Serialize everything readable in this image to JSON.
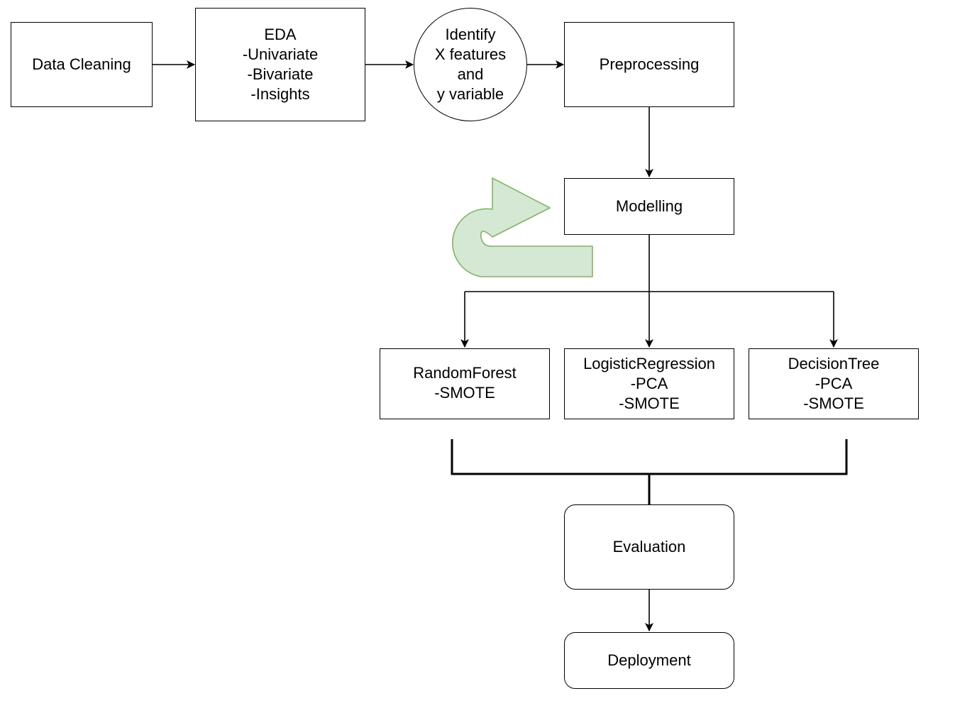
{
  "nodes": {
    "data_cleaning": {
      "lines": [
        "Data Cleaning"
      ]
    },
    "eda": {
      "lines": [
        "EDA",
        "-Univariate",
        "-Bivariate",
        "-Insights"
      ]
    },
    "identify": {
      "lines": [
        "Identify",
        "X features",
        "and",
        "y variable"
      ]
    },
    "preprocessing": {
      "lines": [
        "Preprocessing"
      ]
    },
    "modelling": {
      "lines": [
        "Modelling"
      ]
    },
    "random_forest": {
      "lines": [
        "RandomForest",
        "-SMOTE"
      ]
    },
    "logistic_regression": {
      "lines": [
        "LogisticRegression",
        "-PCA",
        "-SMOTE"
      ]
    },
    "decision_tree": {
      "lines": [
        "DecisionTree",
        "-PCA",
        "-SMOTE"
      ]
    },
    "evaluation": {
      "lines": [
        "Evaluation"
      ]
    },
    "deployment": {
      "lines": [
        "Deployment"
      ]
    }
  },
  "colors": {
    "stroke": "#000000",
    "loop_arrow_fill": "#d5e8d4",
    "loop_arrow_stroke": "#82b366"
  },
  "icons": {
    "loop_arrow": "u-turn-arrow-icon"
  }
}
